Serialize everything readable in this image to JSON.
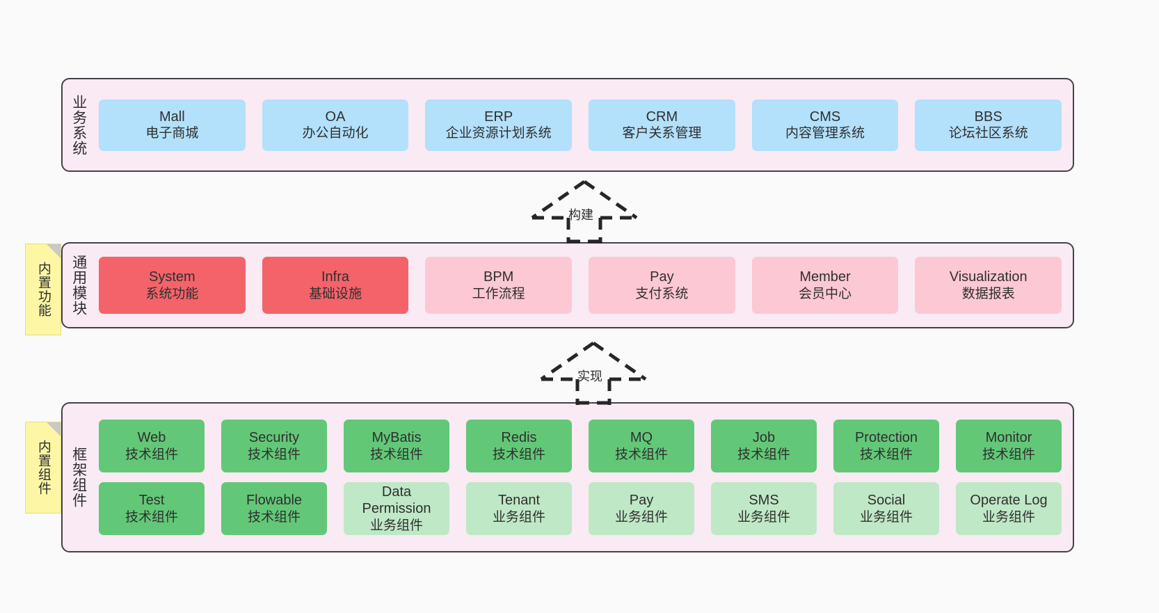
{
  "diagram": {
    "background_color": "#fafafa",
    "layer_fill": "#f9eaf4",
    "layer_border": "#46404a",
    "sticky_color": "#fdf7a5"
  },
  "layers": [
    {
      "id": "business",
      "title": "业务系统",
      "rows": [
        {
          "boxes": [
            {
              "en": "Mall",
              "cn": "电子商城",
              "color": "blue"
            },
            {
              "en": "OA",
              "cn": "办公自动化",
              "color": "blue"
            },
            {
              "en": "ERP",
              "cn": "企业资源计划系统",
              "color": "blue"
            },
            {
              "en": "CRM",
              "cn": "客户关系管理",
              "color": "blue"
            },
            {
              "en": "CMS",
              "cn": "内容管理系统",
              "color": "blue"
            },
            {
              "en": "BBS",
              "cn": "论坛社区系统",
              "color": "blue"
            }
          ]
        }
      ]
    },
    {
      "id": "common",
      "title": "通用模块",
      "sticky": "内置功能",
      "rows": [
        {
          "boxes": [
            {
              "en": "System",
              "cn": "系统功能",
              "color": "red"
            },
            {
              "en": "Infra",
              "cn": "基础设施",
              "color": "red"
            },
            {
              "en": "BPM",
              "cn": "工作流程",
              "color": "pink"
            },
            {
              "en": "Pay",
              "cn": "支付系统",
              "color": "pink"
            },
            {
              "en": "Member",
              "cn": "会员中心",
              "color": "pink"
            },
            {
              "en": "Visualization",
              "cn": "数据报表",
              "color": "pink"
            }
          ]
        }
      ]
    },
    {
      "id": "frame",
      "title": "框架组件",
      "sticky": "内置组件",
      "rows": [
        {
          "boxes": [
            {
              "en": "Web",
              "cn": "技术组件",
              "color": "green"
            },
            {
              "en": "Security",
              "cn": "技术组件",
              "color": "green"
            },
            {
              "en": "MyBatis",
              "cn": "技术组件",
              "color": "green"
            },
            {
              "en": "Redis",
              "cn": "技术组件",
              "color": "green"
            },
            {
              "en": "MQ",
              "cn": "技术组件",
              "color": "green"
            },
            {
              "en": "Job",
              "cn": "技术组件",
              "color": "green"
            },
            {
              "en": "Protection",
              "cn": "技术组件",
              "color": "green"
            },
            {
              "en": "Monitor",
              "cn": "技术组件",
              "color": "green"
            }
          ]
        },
        {
          "boxes": [
            {
              "en": "Test",
              "cn": "技术组件",
              "color": "green"
            },
            {
              "en": "Flowable",
              "cn": "技术组件",
              "color": "green"
            },
            {
              "en": "Data Permission",
              "cn": "业务组件",
              "color": "lgreen",
              "wrap": true
            },
            {
              "en": "Tenant",
              "cn": "业务组件",
              "color": "lgreen"
            },
            {
              "en": "Pay",
              "cn": "业务组件",
              "color": "lgreen"
            },
            {
              "en": "SMS",
              "cn": "业务组件",
              "color": "lgreen"
            },
            {
              "en": "Social",
              "cn": "业务组件",
              "color": "lgreen"
            },
            {
              "en": "Operate Log",
              "cn": "业务组件",
              "color": "lgreen"
            }
          ]
        }
      ]
    }
  ],
  "arrows": [
    {
      "id": "build",
      "label": "构建",
      "style": "dashed-generalization",
      "direction": "up"
    },
    {
      "id": "impl",
      "label": "实现",
      "style": "dashed-generalization",
      "direction": "up"
    }
  ]
}
